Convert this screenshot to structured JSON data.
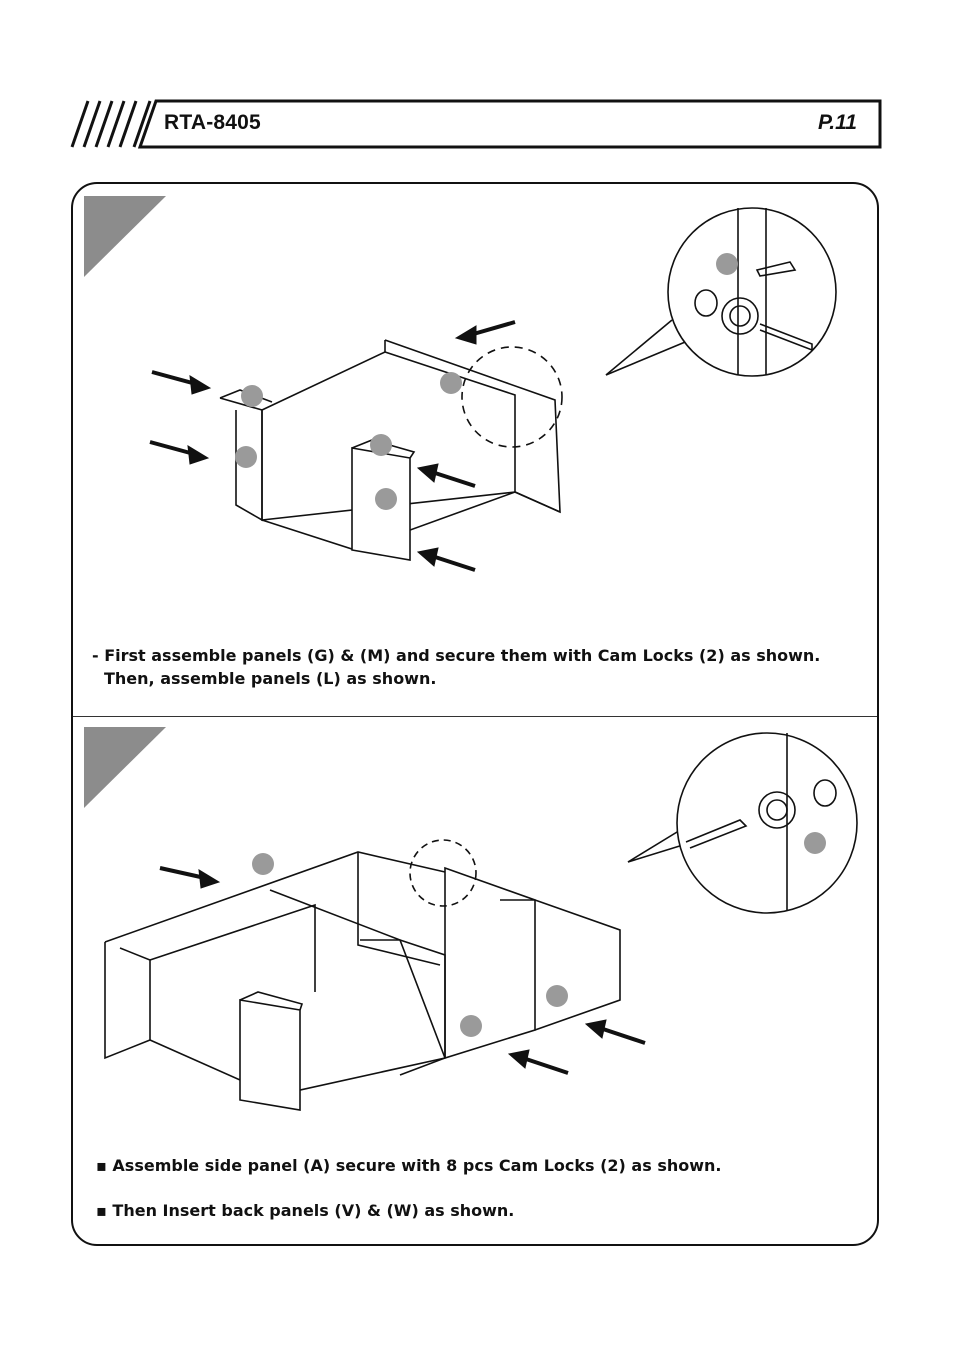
{
  "header": {
    "model": "RTA-8405",
    "page": "P.11"
  },
  "step1": {
    "caption_line1": "- First assemble panels (G) & (M) and secure them with Cam Locks (2) as shown.",
    "caption_line2": "Then, assemble panels (L) as shown."
  },
  "step2": {
    "caption_line1": "▪ Assemble side panel (A) secure with 8 pcs Cam Locks (2) as shown.",
    "caption_line2": "▪ Then Insert  back panels (V) & (W)  as shown."
  },
  "colors": {
    "ink": "#111111",
    "step_triangle": "#8c8c8c",
    "marker": "#9a9a9a"
  }
}
